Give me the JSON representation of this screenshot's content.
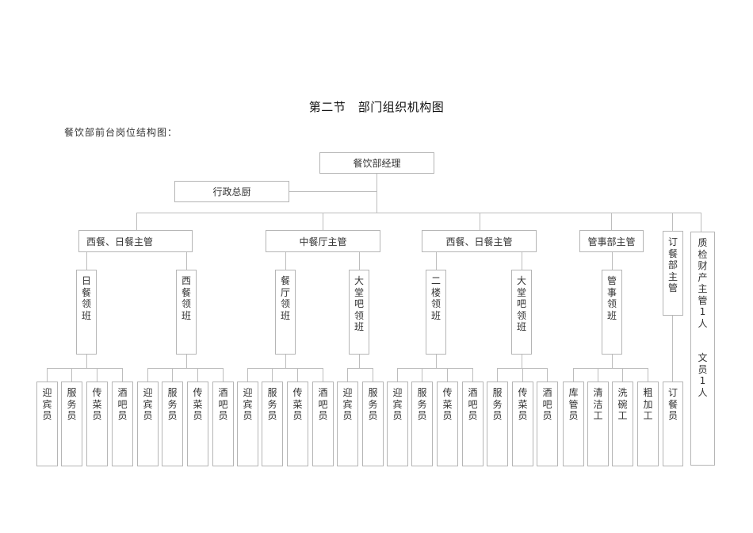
{
  "document": {
    "title": "第二节　部门组织机构图",
    "subtitle": "餐饮部前台岗位结构图："
  },
  "chart": {
    "top": {
      "label": "餐饮部经理"
    },
    "side": {
      "label": "行政总厨"
    },
    "supervisors": [
      {
        "label": "西餐、日餐主管"
      },
      {
        "label": "中餐厅主管"
      },
      {
        "label": "西餐、日餐主管"
      },
      {
        "label": "管事部主管"
      },
      {
        "label": "订餐部主管"
      },
      {
        "label": "质检财产主管1人　文员1人"
      }
    ],
    "leads": [
      {
        "label": "日餐领班"
      },
      {
        "label": "西餐领班"
      },
      {
        "label": "餐厅领班"
      },
      {
        "label": "大堂吧领班"
      },
      {
        "label": "二楼领班"
      },
      {
        "label": "大堂吧领班"
      },
      {
        "label": "管事领班"
      }
    ],
    "staff_groups": [
      {
        "lead": "日餐领班",
        "staff": [
          "迎宾员",
          "服务员",
          "传菜员",
          "酒吧员"
        ]
      },
      {
        "lead": "西餐领班",
        "staff": [
          "迎宾员",
          "服务员",
          "传菜员",
          "酒吧员"
        ]
      },
      {
        "lead": "餐厅领班",
        "staff": [
          "迎宾员",
          "服务员",
          "传菜员",
          "酒吧员"
        ]
      },
      {
        "lead": "大堂吧领班",
        "staff": [
          "迎宾员",
          "服务员"
        ]
      },
      {
        "lead": "二楼领班",
        "staff": [
          "迎宾员",
          "服务员",
          "传菜员",
          "酒吧员"
        ]
      },
      {
        "lead": "大堂吧领班",
        "staff": [
          "服务员",
          "传菜员",
          "酒吧员"
        ]
      },
      {
        "lead": "管事领班",
        "staff": [
          "库管员",
          "清洁工",
          "洗碗工",
          "粗加工"
        ]
      },
      {
        "lead": "订餐部主管",
        "staff": [
          "订餐员"
        ]
      }
    ],
    "line_color": "#bdbdbd",
    "border_color": "#b5b5b5"
  }
}
